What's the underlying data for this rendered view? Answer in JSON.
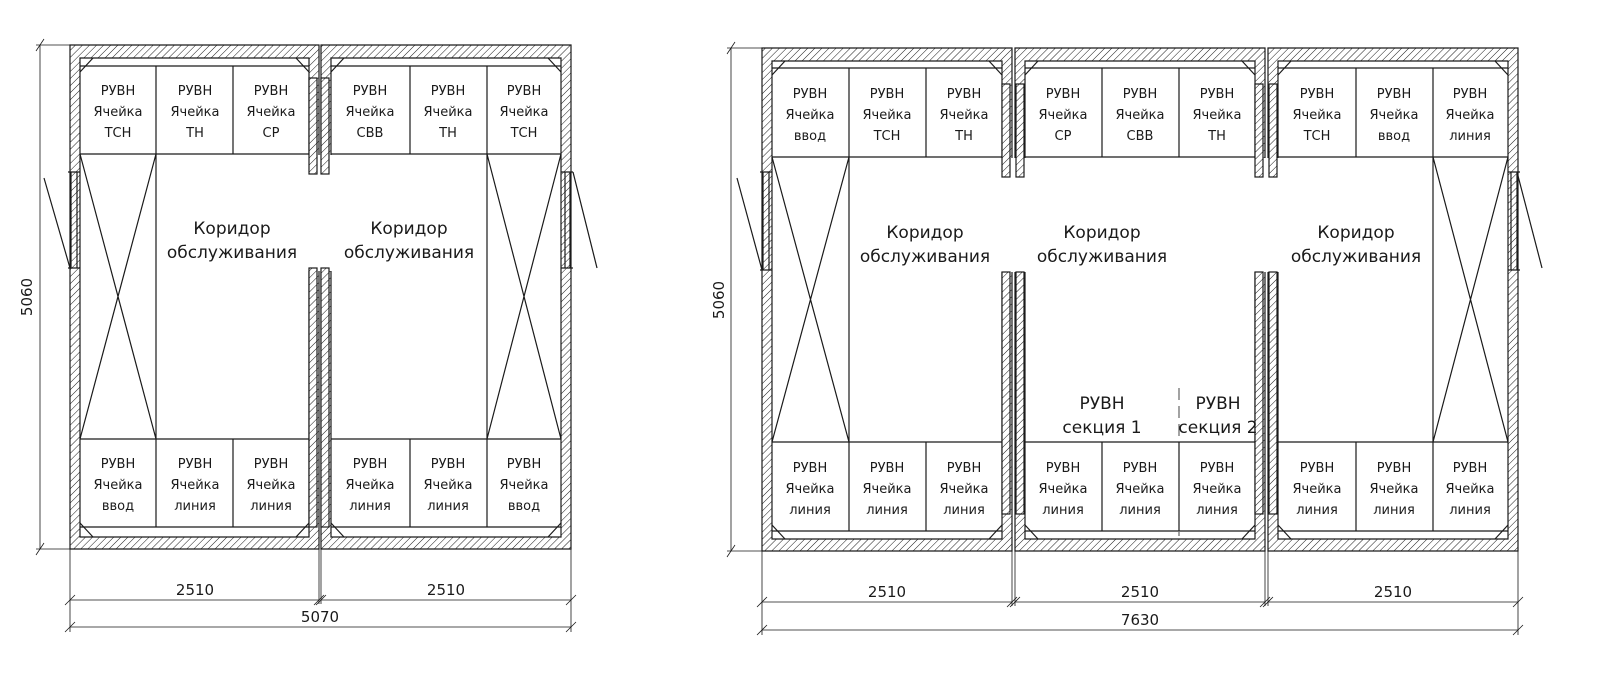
{
  "left_plan": {
    "cells_top": [
      [
        "РУВН",
        "Ячейка",
        "ТСН"
      ],
      [
        "РУВН",
        "Ячейка",
        "ТН"
      ],
      [
        "РУВН",
        "Ячейка",
        "СР"
      ],
      [
        "РУВН",
        "Ячейка",
        "СВВ"
      ],
      [
        "РУВН",
        "Ячейка",
        "ТН"
      ],
      [
        "РУВН",
        "Ячейка",
        "ТСН"
      ]
    ],
    "cells_bottom": [
      [
        "РУВН",
        "Ячейка",
        "ввод"
      ],
      [
        "РУВН",
        "Ячейка",
        "линия"
      ],
      [
        "РУВН",
        "Ячейка",
        "линия"
      ],
      [
        "РУВН",
        "Ячейка",
        "линия"
      ],
      [
        "РУВН",
        "Ячейка",
        "линия"
      ],
      [
        "РУВН",
        "Ячейка",
        "ввод"
      ]
    ],
    "corridors": [
      [
        "Коридор",
        "обслуживания"
      ],
      [
        "Коридор",
        "обслуживания"
      ]
    ],
    "dims": {
      "height": "5060",
      "module1": "2510",
      "module2": "2510",
      "total": "5070"
    }
  },
  "right_plan": {
    "cells_top": [
      [
        "РУВН",
        "Ячейка",
        "ввод"
      ],
      [
        "РУВН",
        "Ячейка",
        "ТСН"
      ],
      [
        "РУВН",
        "Ячейка",
        "ТН"
      ],
      [
        "РУВН",
        "Ячейка",
        "СР"
      ],
      [
        "РУВН",
        "Ячейка",
        "СВВ"
      ],
      [
        "РУВН",
        "Ячейка",
        "ТН"
      ],
      [
        "РУВН",
        "Ячейка",
        "ТСН"
      ],
      [
        "РУВН",
        "Ячейка",
        "ввод"
      ],
      [
        "РУВН",
        "Ячейка",
        "линия"
      ]
    ],
    "cells_bottom": [
      [
        "РУВН",
        "Ячейка",
        "линия"
      ],
      [
        "РУВН",
        "Ячейка",
        "линия"
      ],
      [
        "РУВН",
        "Ячейка",
        "линия"
      ],
      [
        "РУВН",
        "Ячейка",
        "линия"
      ],
      [
        "РУВН",
        "Ячейка",
        "линия"
      ],
      [
        "РУВН",
        "Ячейка",
        "линия"
      ],
      [
        "РУВН",
        "Ячейка",
        "линия"
      ],
      [
        "РУВН",
        "Ячейка",
        "линия"
      ],
      [
        "РУВН",
        "Ячейка",
        "линия"
      ]
    ],
    "corridors": [
      [
        "Коридор",
        "обслуживания"
      ],
      [
        "Коридор",
        "обслуживания"
      ],
      [
        "Коридор",
        "обслуживания"
      ]
    ],
    "sections": [
      [
        "РУВН",
        "секция 1"
      ],
      [
        "РУВН",
        "секция 2"
      ]
    ],
    "dims": {
      "height": "5060",
      "module1": "2510",
      "module2": "2510",
      "module3": "2510",
      "total": "7630"
    }
  }
}
